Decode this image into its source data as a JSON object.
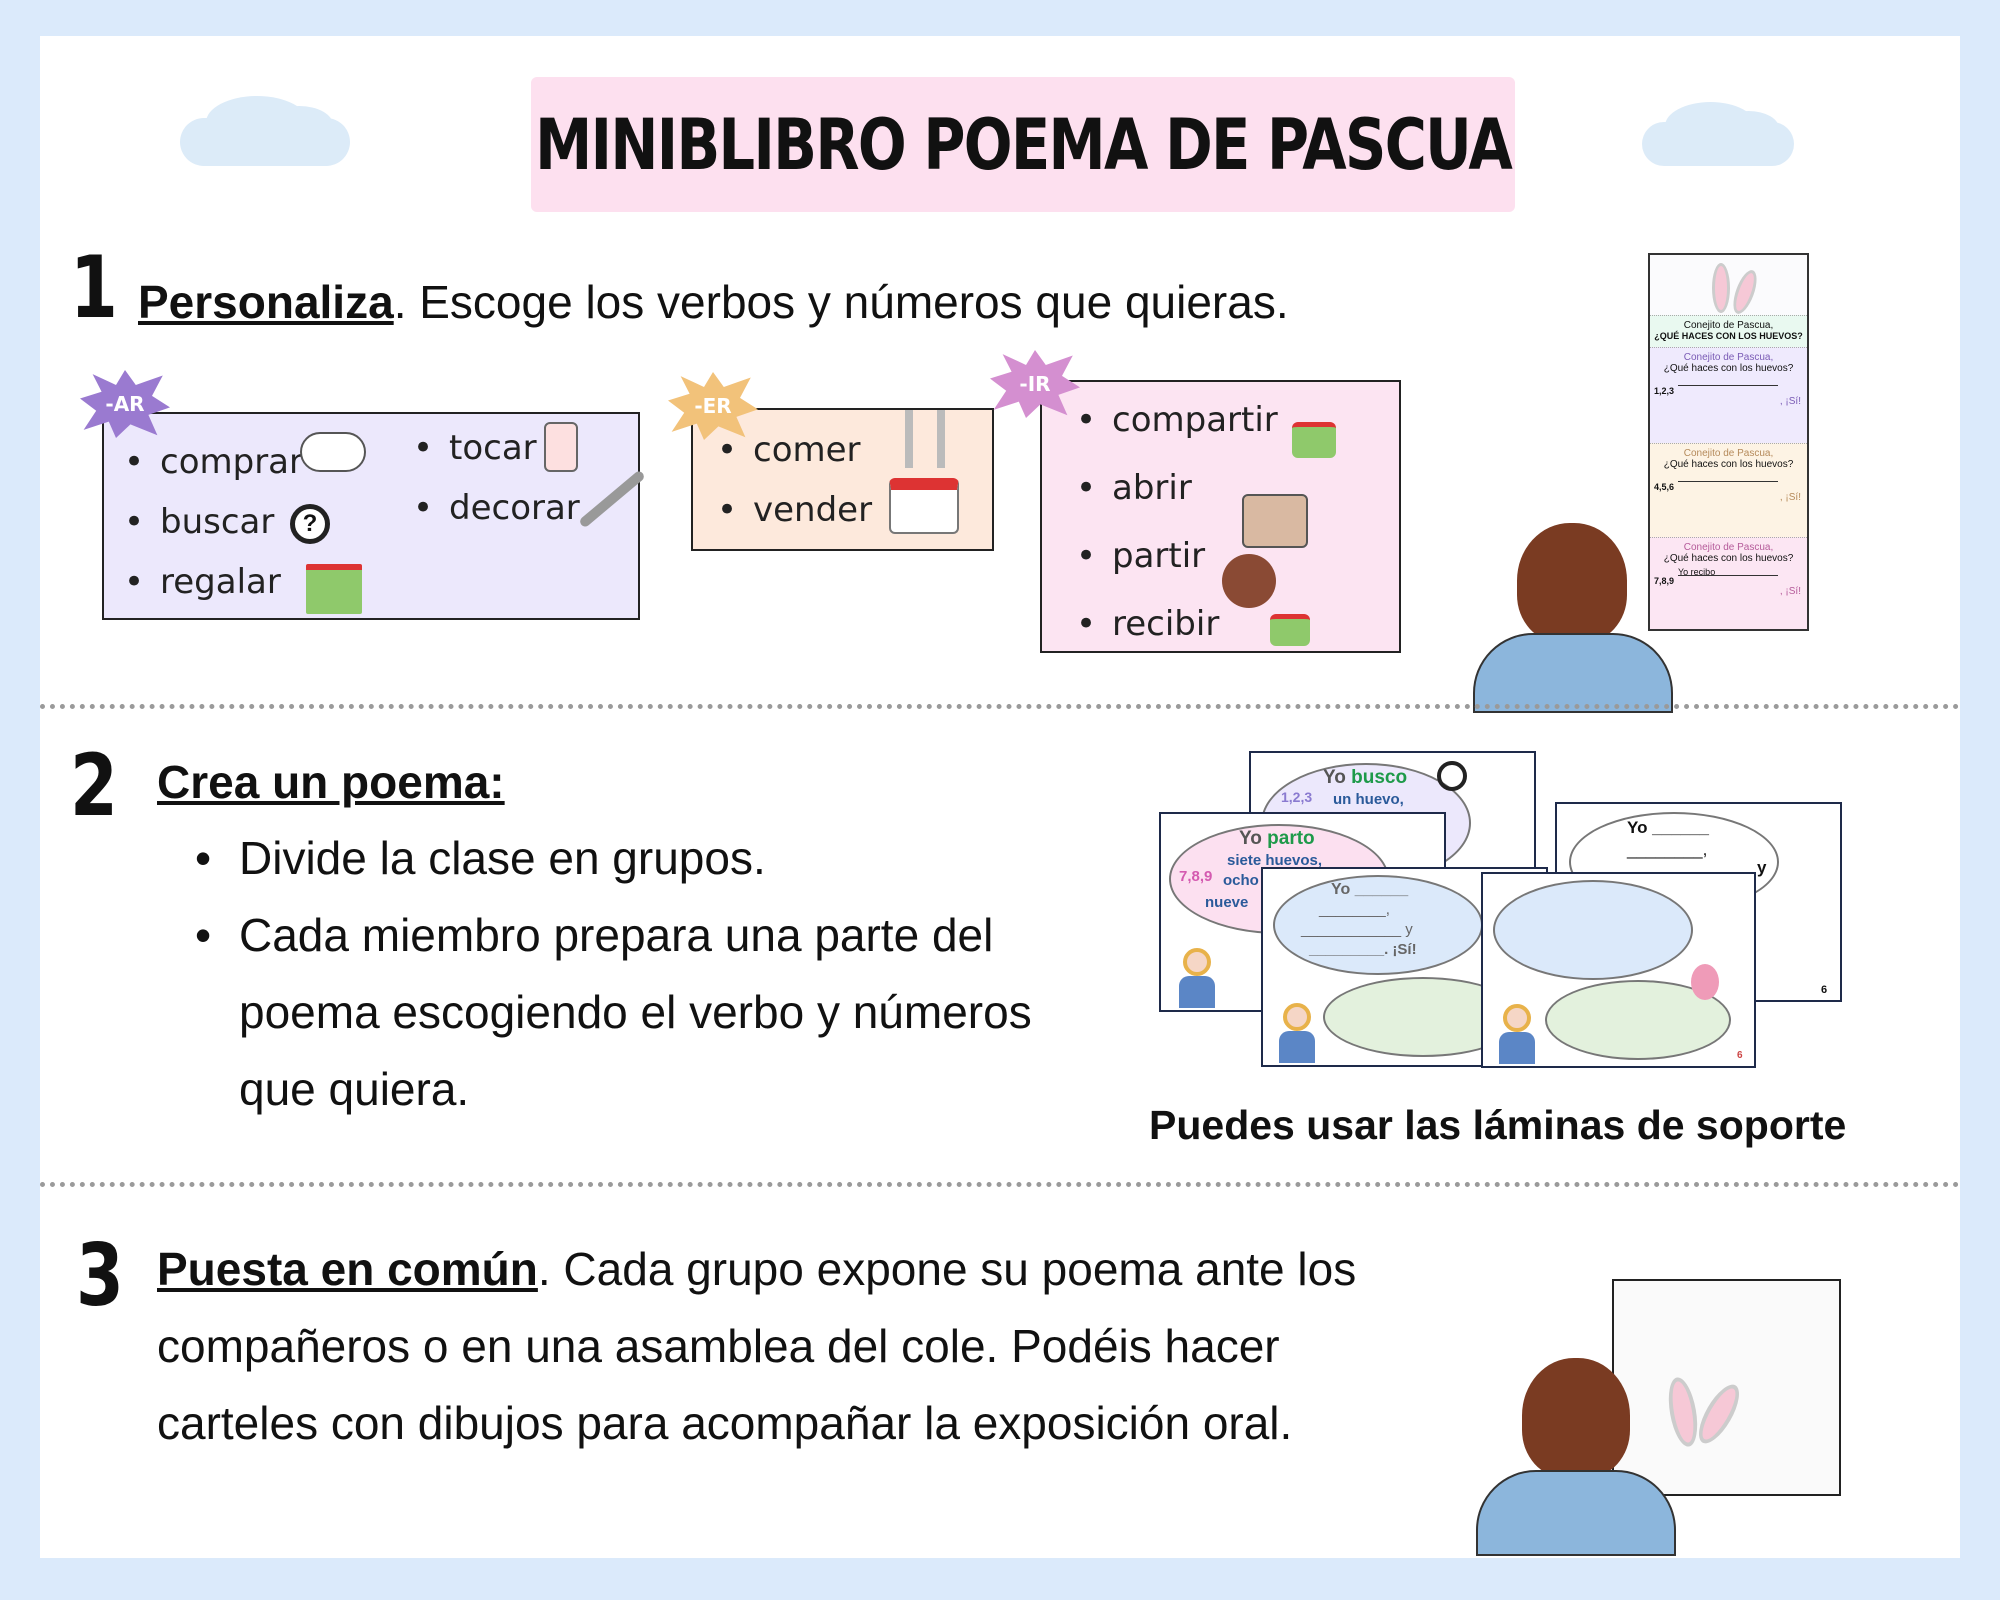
{
  "title": "MINIBLIBRO POEMA DE PASCUA",
  "step1": {
    "number": "1",
    "heading": "Personaliza",
    "text": ". Escoge los verbos y números que quieras.",
    "groups": [
      {
        "badge": "-AR",
        "verbs": [
          "comprar",
          "tocar",
          "buscar",
          "decorar",
          "regalar"
        ],
        "color": "#ece8fc"
      },
      {
        "badge": "-ER",
        "verbs": [
          "comer",
          "vender"
        ],
        "color": "#fde9dc"
      },
      {
        "badge": "-IR",
        "verbs": [
          "compartir",
          "abrir",
          "partir",
          "recibir"
        ],
        "color": "#fce4f2"
      }
    ],
    "minibook": {
      "cover_line1": "Conejito de Pascua,",
      "cover_line2": "¿QUÉ HACES CON LOS HUEVOS?",
      "section_title": "Conejito de Pascua,",
      "section_question": "¿Qué haces con los huevos?",
      "numbers": [
        "1,2,3",
        "4,5,6",
        "7,8,9"
      ],
      "ending": ", ¡Sí!",
      "example": "Yo recibo"
    }
  },
  "step2": {
    "number": "2",
    "heading": "Crea un poema:",
    "bullets": [
      "Divide la clase en grupos.",
      "Cada miembro prepara una parte del",
      "poema escogiendo el verbo y números",
      "que quiera."
    ],
    "sheets": {
      "s1_line1": "Yo",
      "s1_verb": "busco",
      "s1_line2": "un huevo,",
      "s1_nums": "1,2,3",
      "s2_line1": "Yo",
      "s2_verb": "parto",
      "s2_line2": "siete huevos,",
      "s2_line3": "ocho",
      "s2_line4": "nueve",
      "s2_nums": "7,8,9",
      "s3_yo": "Yo ______",
      "s3_comma": "________,",
      "s3_y": "____________ y",
      "s3_si": "_________. ¡Sí!",
      "s4_yo": "Yo ______",
      "s4_comma": "________,",
      "s4_y": "y",
      "page_num": "6"
    },
    "caption": "Puedes usar las láminas de soporte"
  },
  "step3": {
    "number": "3",
    "heading": "Puesta en común",
    "line1": ". Cada grupo expone su poema ante los",
    "line2": "compañeros o en una asamblea del cole. Podéis hacer",
    "line3": "carteles con dibujos para acompañar la exposición oral."
  }
}
